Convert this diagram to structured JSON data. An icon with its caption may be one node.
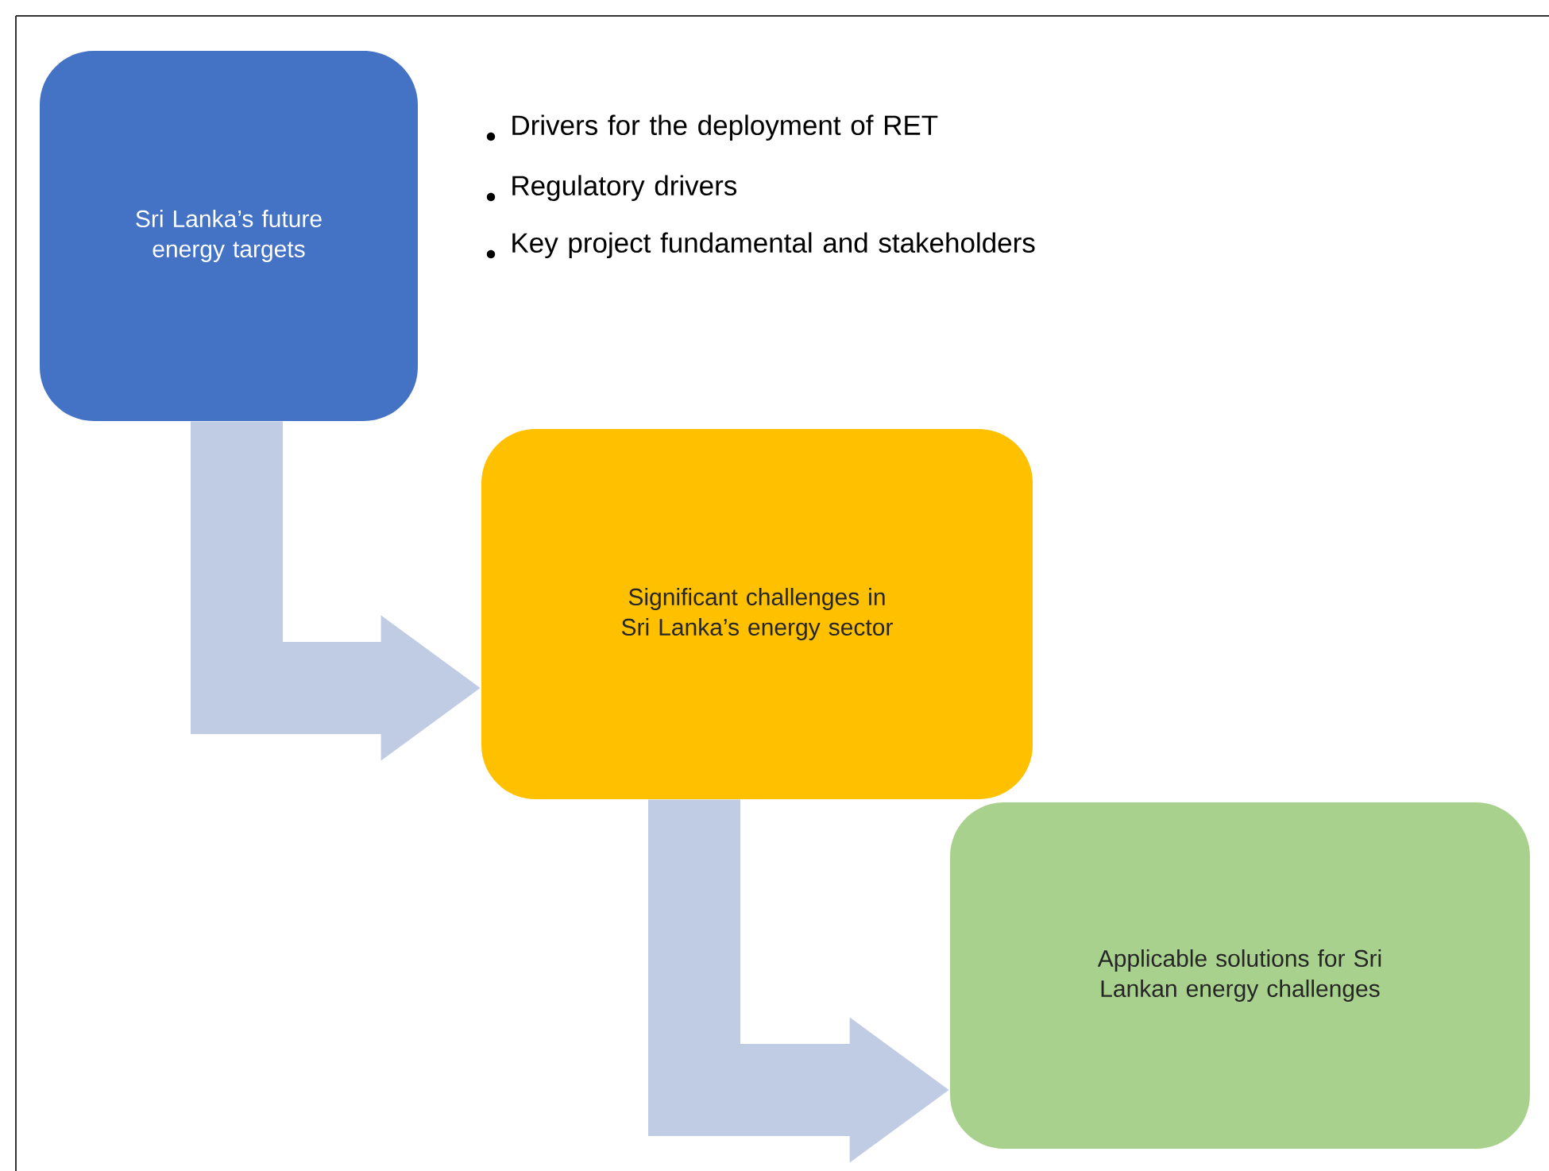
{
  "diagram": {
    "nodes": [
      {
        "text": [
          "Sri Lanka’s future energy targets"
        ]
      },
      {
        "text": [
          "Significant challenges in Sri Lanka’s energy sector"
        ]
      },
      {
        "text": [
          "Applicable solutions for Sri Lankan energy challenges"
        ]
      }
    ],
    "edges": [
      {
        "from": 0,
        "to": 1,
        "arrow": "to"
      },
      {
        "from": 1,
        "to": 2,
        "arrow": "to"
      }
    ],
    "labels": [
      "Drivers for the deployment of RET",
      "Regulatory drivers",
      "Key project fundamental and stakeholders"
    ]
  }
}
